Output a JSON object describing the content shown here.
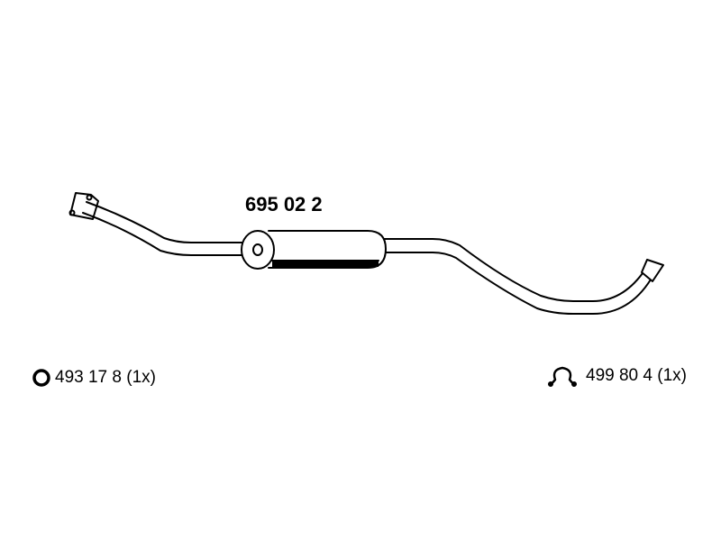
{
  "part": {
    "number": "695 02 2"
  },
  "accessories": [
    {
      "icon": "ring-gasket-icon",
      "label": "493 17 8 (1x)"
    },
    {
      "icon": "pipe-clamp-icon",
      "label": "499 80 4 (1x)"
    }
  ],
  "colors": {
    "line": "#000000",
    "background": "#ffffff"
  }
}
